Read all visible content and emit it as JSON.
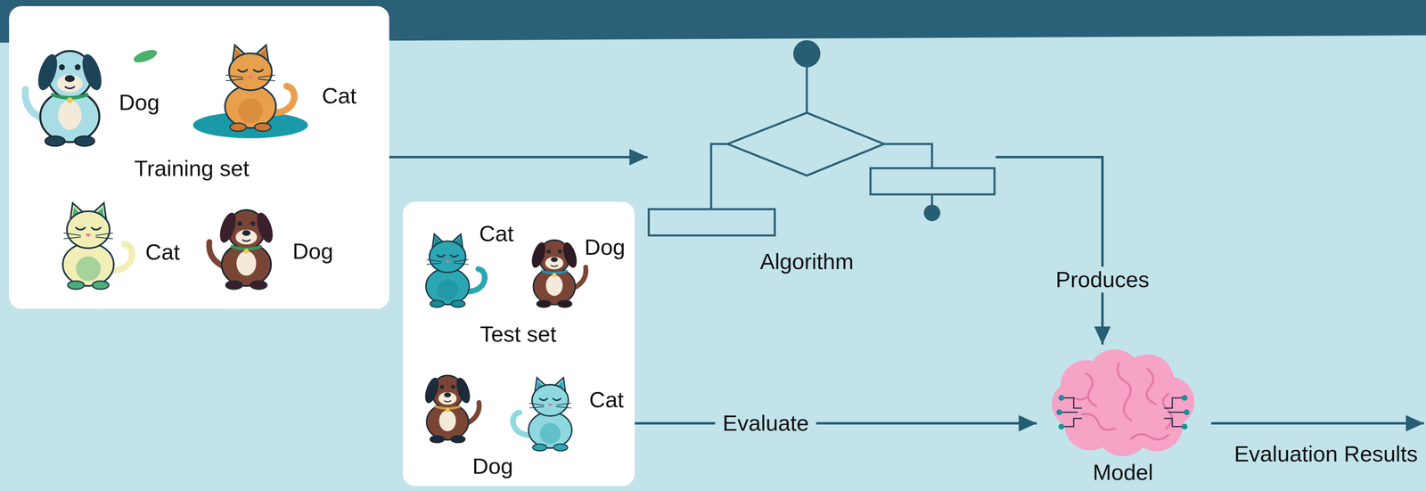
{
  "diagram": {
    "nodes": [
      {
        "text": [
          "Dog",
          "Cat",
          "Training set",
          "Cat",
          "Dog"
        ]
      },
      {
        "text": [
          "Algorithm"
        ]
      },
      {
        "text": [
          "Cat",
          "Dog",
          "Test set",
          "Dog",
          "Cat"
        ]
      },
      {
        "text": [
          "Model"
        ]
      }
    ],
    "edges": [
      {
        "from": 0,
        "to": 1,
        "arrow": "to"
      },
      {
        "from": 1,
        "to": 3,
        "label": "Produces",
        "arrow": "to"
      },
      {
        "from": 2,
        "to": 3,
        "label": "Evaluate",
        "arrow": "to"
      }
    ],
    "labels": [
      "Evaluation Results"
    ]
  }
}
